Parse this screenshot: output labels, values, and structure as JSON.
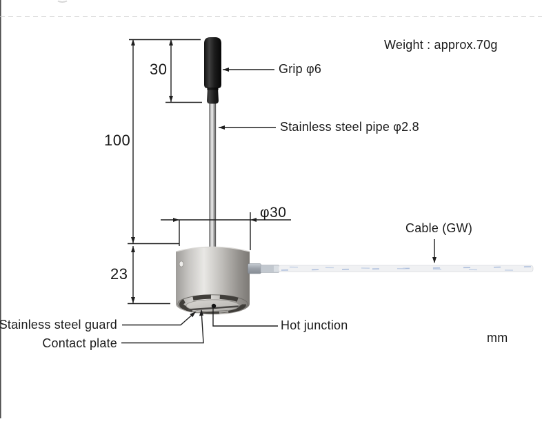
{
  "diagram": {
    "weight_note": "Weight : approx.70g",
    "unit": "mm",
    "part_labels": {
      "grip": "Grip φ6",
      "pipe": "Stainless steel pipe φ2.8",
      "cable": "Cable (GW)",
      "hot_junction": "Hot junction",
      "guard": "Stainless steel guard",
      "contact_plate": "Contact plate"
    },
    "dimensions_mm": {
      "grip_length": "30",
      "probe_length": "100",
      "head_height": "23",
      "head_diameter": "φ30"
    },
    "colors": {
      "line": "#1f1f1f",
      "metal_highlight": "#e9e8e5",
      "metal_shadow": "#807d79",
      "grip_black": "#1a1a1a",
      "cable_body": "#f0f1f3",
      "cable_braid": "#aebfdd",
      "dashed_rule": "#c9c9c9",
      "background": "#ffffff"
    }
  }
}
